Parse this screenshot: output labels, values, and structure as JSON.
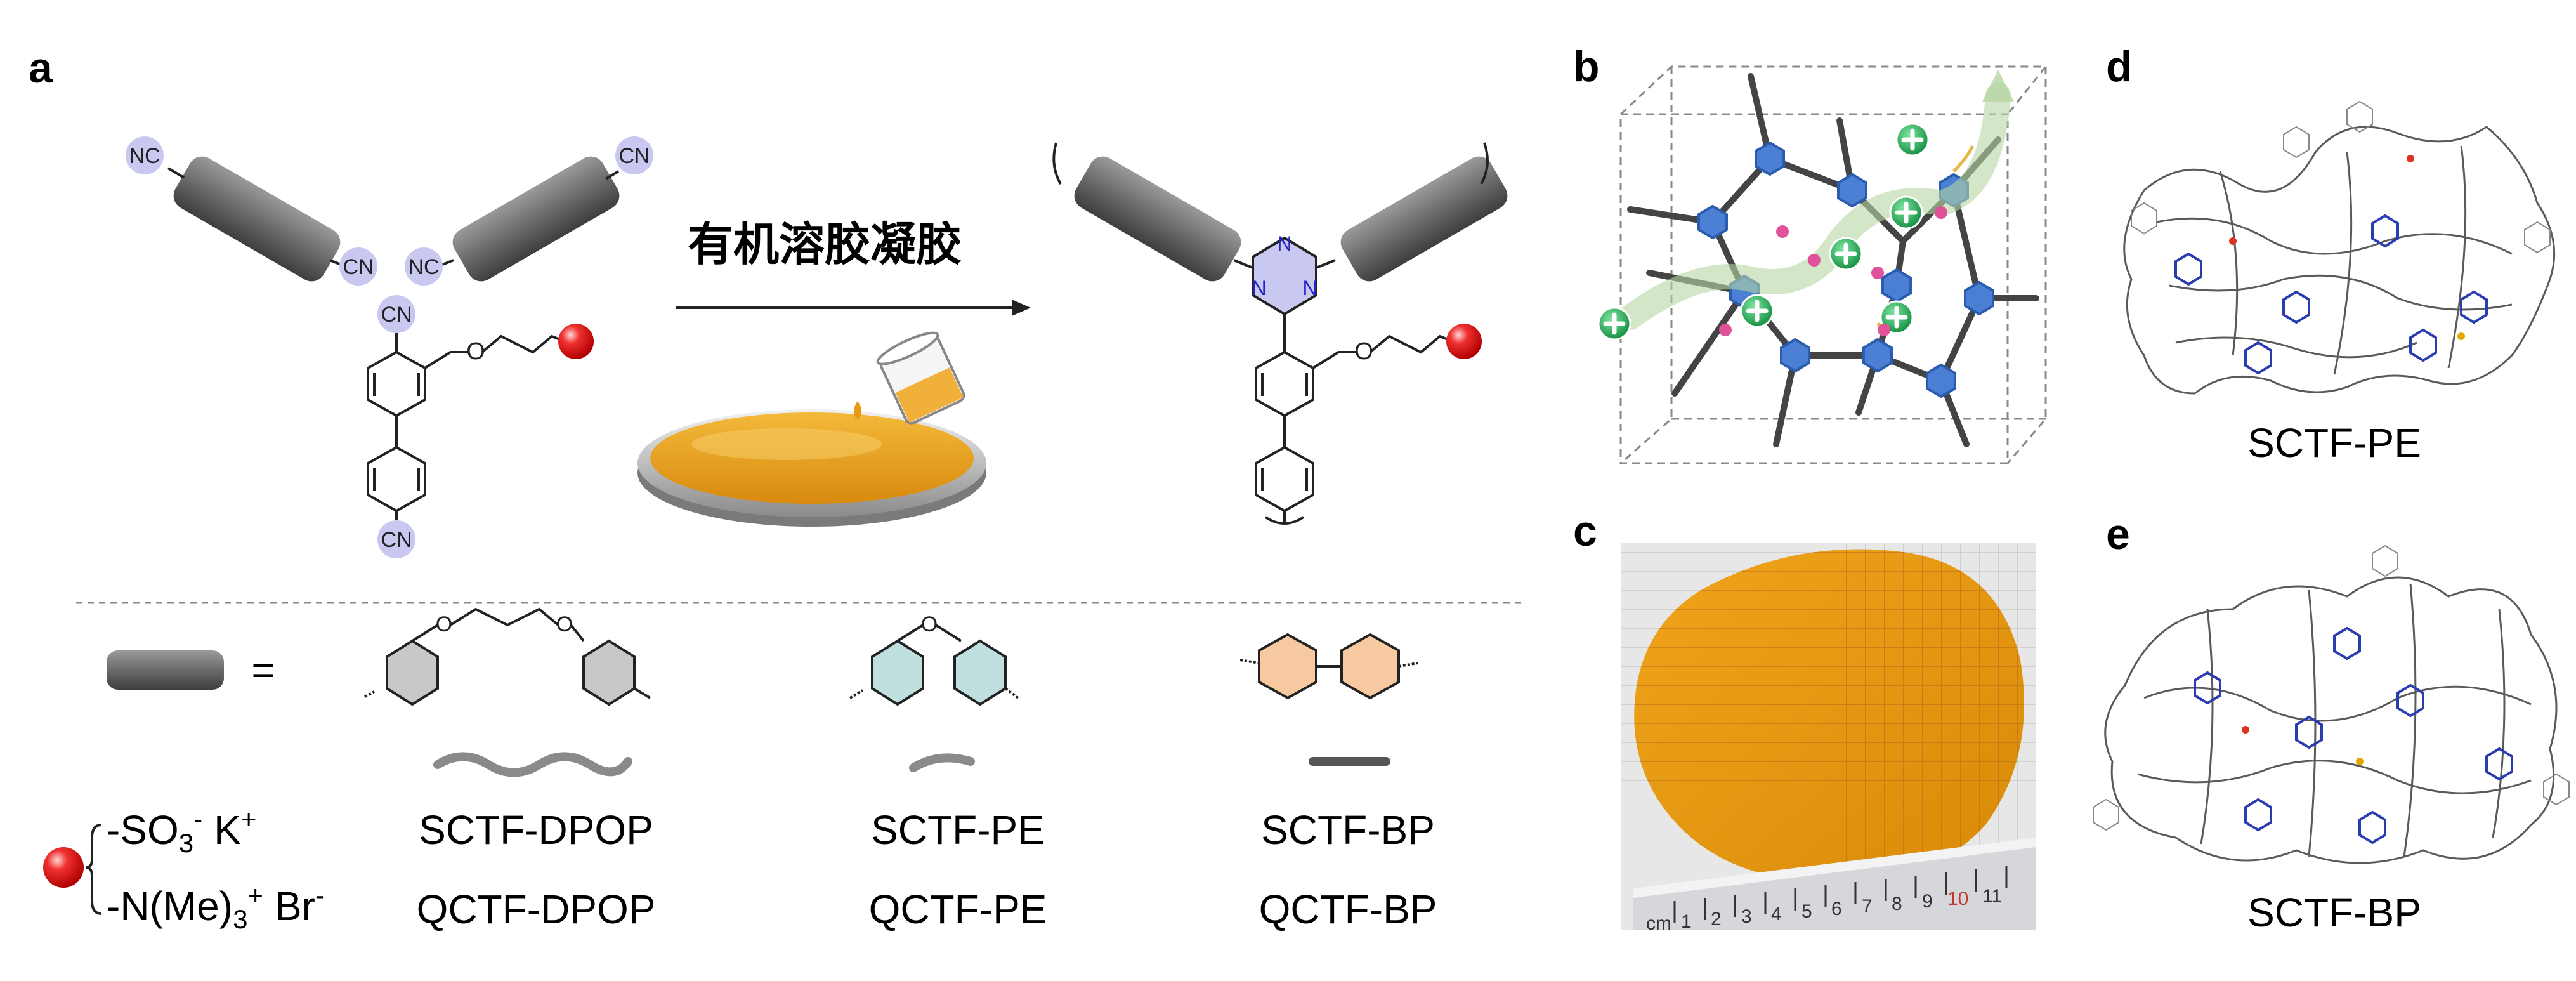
{
  "panels": {
    "a": "a",
    "b": "b",
    "c": "c",
    "d": "d",
    "e": "e"
  },
  "scheme": {
    "reaction_label": "有机溶胶凝胶",
    "equals": "=",
    "nitrile_group": "CN",
    "nitrile_group_left": "NC"
  },
  "substituents": {
    "sulfonate": "-SO",
    "sulfonate_sub": "3",
    "sulfonate_sup": "-",
    "sulfonate_counter": "K",
    "sulfonate_counter_sup": "+",
    "ammonium": "-N(Me)",
    "ammonium_sub": "3",
    "ammonium_sup": "+",
    "ammonium_counter": "Br",
    "ammonium_counter_sup": "-"
  },
  "linkers": [
    {
      "s_name": "SCTF-DPOP",
      "q_name": "QCTF-DPOP",
      "ring_color": "#c8c8c8"
    },
    {
      "s_name": "SCTF-PE",
      "q_name": "QCTF-PE",
      "ring_color": "#bfe0df"
    },
    {
      "s_name": "SCTF-BP",
      "q_name": "QCTF-BP",
      "ring_color": "#f7c9a0"
    }
  ],
  "structures": {
    "d_label": "SCTF-PE",
    "e_label": "SCTF-BP"
  },
  "ruler": {
    "unit": "cm",
    "ticks": [
      "1",
      "2",
      "3",
      "4",
      "5",
      "6",
      "7",
      "8",
      "9",
      "10",
      "11"
    ]
  },
  "colors": {
    "rod": "#6b6b6b",
    "cn_circle": "#c9c8f0",
    "triazine": "#c9c8f0",
    "triazine_n": "#2323c8",
    "red_ball": "#e81818",
    "film": "#e9a21a",
    "plus_green": "#1aa850",
    "pink_ion": "#e0529a"
  }
}
